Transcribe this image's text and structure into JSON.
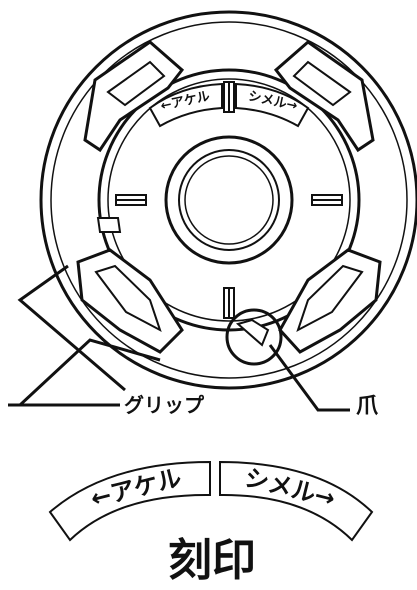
{
  "callouts": {
    "grip": "グリップ",
    "claw": "爪"
  },
  "ring_labels": {
    "open": "←アケル",
    "close": "シメル→"
  },
  "legend": {
    "open_stamp": "←アケル",
    "close_stamp": "シメル→",
    "caption": "刻印"
  },
  "colors": {
    "line": "#111111",
    "background": "#ffffff"
  }
}
